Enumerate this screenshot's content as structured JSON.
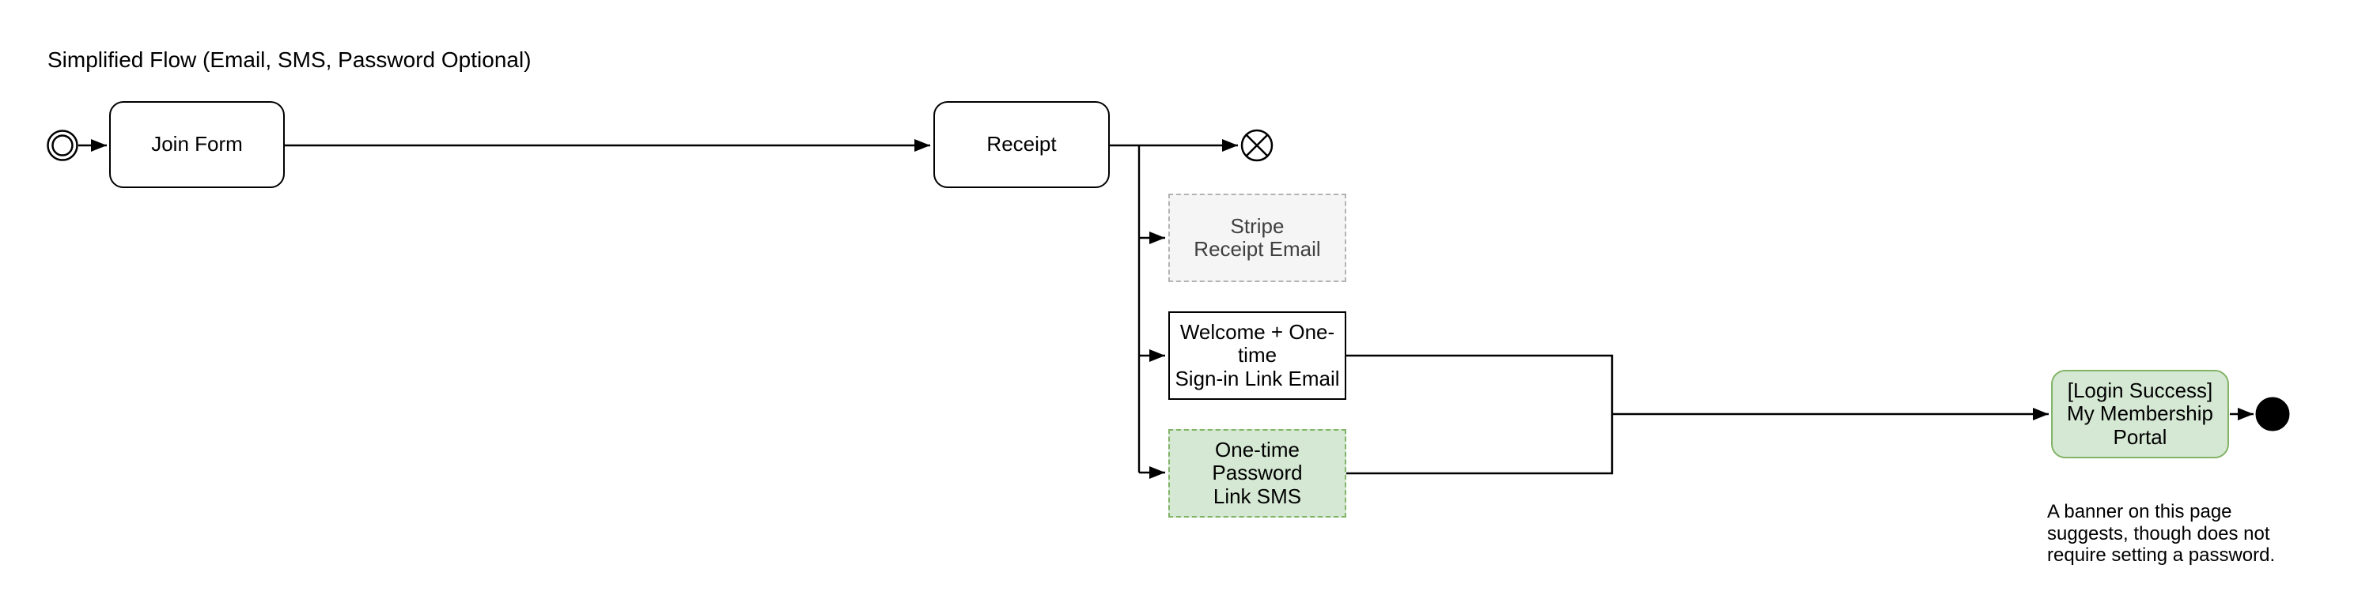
{
  "title": "Simplified Flow (Email, SMS, Password Optional)",
  "note": "A banner on this page\nsuggests, though does not\nrequire setting a password.",
  "nodes": {
    "start_event": {
      "icon": "bpmn-start-event-icon",
      "shape": "double-circle"
    },
    "join_form": {
      "label": "Join Form",
      "style": "rounded-white"
    },
    "receipt": {
      "label": "Receipt",
      "style": "rounded-white"
    },
    "cancel_end_event": {
      "icon": "bpmn-cancel-end-event-icon",
      "shape": "circle-with-x"
    },
    "stripe_receipt_email": {
      "label": "Stripe\nReceipt Email",
      "style": "dashed-gray"
    },
    "welcome_signin_email": {
      "label": "Welcome + One-time\nSign-in Link Email",
      "style": "solid-white"
    },
    "one_time_password_sms": {
      "label": "One-time Password\nLink SMS",
      "style": "dashed-green"
    },
    "membership_portal": {
      "label": "[Login Success]\nMy Membership\nPortal",
      "style": "rounded-green"
    },
    "end_event": {
      "icon": "bpmn-end-event-icon",
      "shape": "filled-circle"
    }
  },
  "edges": [
    {
      "from": "start_event",
      "to": "join_form"
    },
    {
      "from": "join_form",
      "to": "receipt"
    },
    {
      "from": "receipt",
      "to": "cancel_end_event"
    },
    {
      "from": "receipt",
      "to": "stripe_receipt_email"
    },
    {
      "from": "receipt",
      "to": "welcome_signin_email"
    },
    {
      "from": "receipt",
      "to": "one_time_password_sms"
    },
    {
      "from": "welcome_signin_email",
      "to": "membership_portal"
    },
    {
      "from": "one_time_password_sms",
      "to": "membership_portal"
    },
    {
      "from": "membership_portal",
      "to": "end_event"
    }
  ],
  "colors": {
    "line": "#000000",
    "green_fill": "#d5e8d4",
    "green_stroke": "#82b366",
    "gray_fill": "#f5f5f5",
    "gray_stroke": "#b3b3b3",
    "gray_text": "#404040",
    "background": "#ffffff"
  }
}
